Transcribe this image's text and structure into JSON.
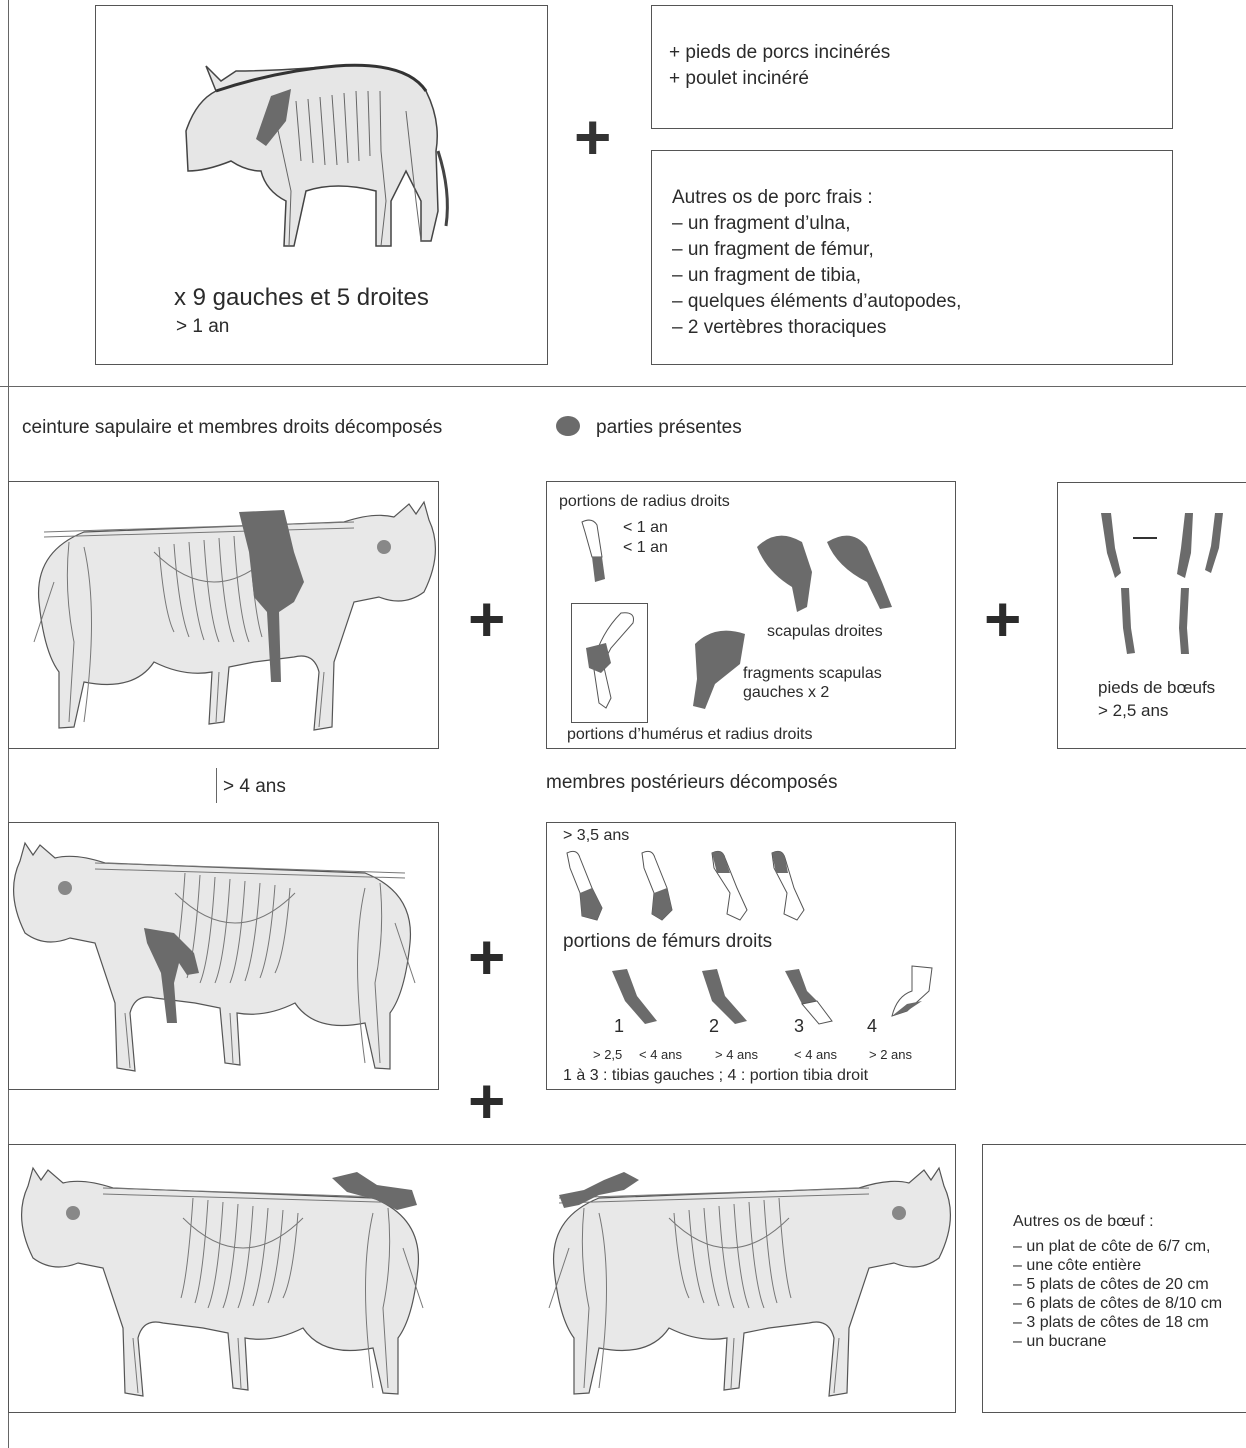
{
  "pig": {
    "count_label": "x 9 gauches et 5 droites",
    "age_label": "> 1 an"
  },
  "pig_extras": {
    "burnt_lines": [
      "+ pieds de porcs incinérés",
      "+ poulet incinéré"
    ],
    "fresh_title": "Autres os de porc frais :",
    "fresh_lines": [
      "– un fragment d’ulna,",
      "– un fragment de fémur,",
      "– un fragment de tibia,",
      "– quelques éléments d’autopodes,",
      "– 2 vertèbres thoraciques"
    ]
  },
  "section1": {
    "title": "ceinture sapulaire et membres droits décomposés",
    "legend_label": "parties présentes",
    "radius_title": "portions de radius droits",
    "radius_age_1": "< 1 an",
    "radius_age_2": "< 1 an",
    "scapulas_label": "scapulas droites",
    "scapula_frag_line1": "fragments scapulas",
    "scapula_frag_line2": "gauches x 2",
    "humerus_label": "portions d’humérus et radius droits",
    "feet_label": "pieds de bœufs",
    "feet_age": "> 2,5 ans",
    "cow_age": "> 4 ans"
  },
  "section2": {
    "title": "membres postérieurs décomposés",
    "femur_age": "> 3,5 ans",
    "femur_title": "portions de fémurs droits",
    "tibia_numbers": [
      "1",
      "2",
      "3",
      "4"
    ],
    "tibia_ages": [
      "> 2,5",
      "< 4 ans",
      "> 4 ans",
      "< 4 ans",
      "> 2 ans"
    ],
    "tibia_caption": "1 à 3 : tibias gauches ; 4 : portion tibia droit"
  },
  "section3": {
    "other_title": "Autres os de bœuf :",
    "other_lines": [
      "– un plat de côte de 6/7 cm,",
      "– une côte entière",
      "– 5 plats de côtes de 20 cm",
      "– 6 plats de côtes de 8/10 cm",
      "– 3 plats de côtes de 18 cm",
      "– un bucrane"
    ]
  },
  "plus_symbol": "+",
  "colors": {
    "present_part": "#6b6b6b",
    "body_fill": "#e8e8e8",
    "outline": "#555555"
  }
}
